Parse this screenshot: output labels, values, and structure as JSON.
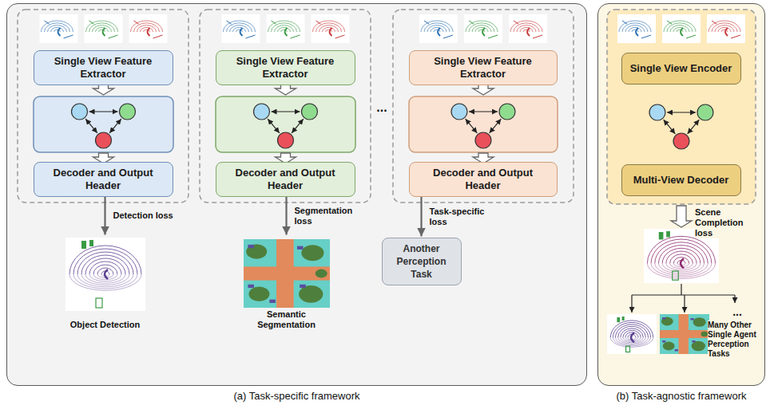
{
  "diagram": {
    "nodes": [
      {
        "text": [
          "(a) Task-specific framework"
        ]
      },
      {
        "text": [
          "Single View Feature Extractor"
        ],
        "in": 0
      },
      {
        "text": [
          "Decoder and Output Header"
        ],
        "in": 0
      },
      {
        "text": [
          "Object Detection"
        ],
        "in": 0
      },
      {
        "text": [
          "Single View Feature Extractor"
        ],
        "in": 0
      },
      {
        "text": [
          "Decoder and Output Header"
        ],
        "in": 0
      },
      {
        "text": [
          "Semantic Segmentation"
        ],
        "in": 0
      },
      {
        "text": [
          "Single View Feature Extractor"
        ],
        "in": 0
      },
      {
        "text": [
          "Decoder and Output Header"
        ],
        "in": 0
      },
      {
        "text": [
          "Another Perception Task"
        ],
        "in": 0
      },
      {
        "text": [
          "(b) Task-agnostic framework"
        ]
      },
      {
        "text": [
          "Single View Encoder"
        ],
        "in": 10
      },
      {
        "text": [
          "Multi-View Decoder"
        ],
        "in": 10
      }
    ],
    "edges": [
      {
        "from": 2,
        "to": 3,
        "arrow": "to",
        "label": "Detection loss"
      },
      {
        "from": 5,
        "to": 6,
        "arrow": "to",
        "label": "Segmentation loss"
      },
      {
        "from": 8,
        "to": 9,
        "arrow": "to",
        "label": "Task-specific loss"
      }
    ],
    "labels": [
      "...",
      "Scene Completion loss",
      "...",
      "Many Other Single Agent Perception Tasks"
    ]
  }
}
